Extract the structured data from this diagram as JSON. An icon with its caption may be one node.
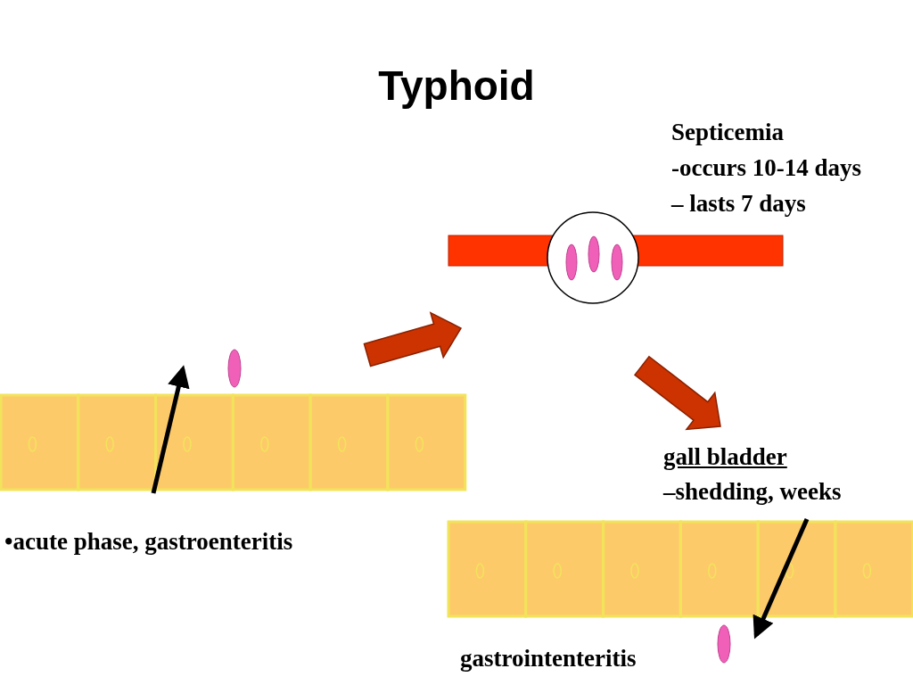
{
  "diagram": {
    "title": "Typhoid",
    "labels": [
      "Septicemia",
      "-occurs 10-14 days",
      "– lasts 7 days",
      "•acute phase, gastroenteritis",
      "gall bladder",
      "–shedding, weeks",
      "gastrointenteritis"
    ]
  }
}
